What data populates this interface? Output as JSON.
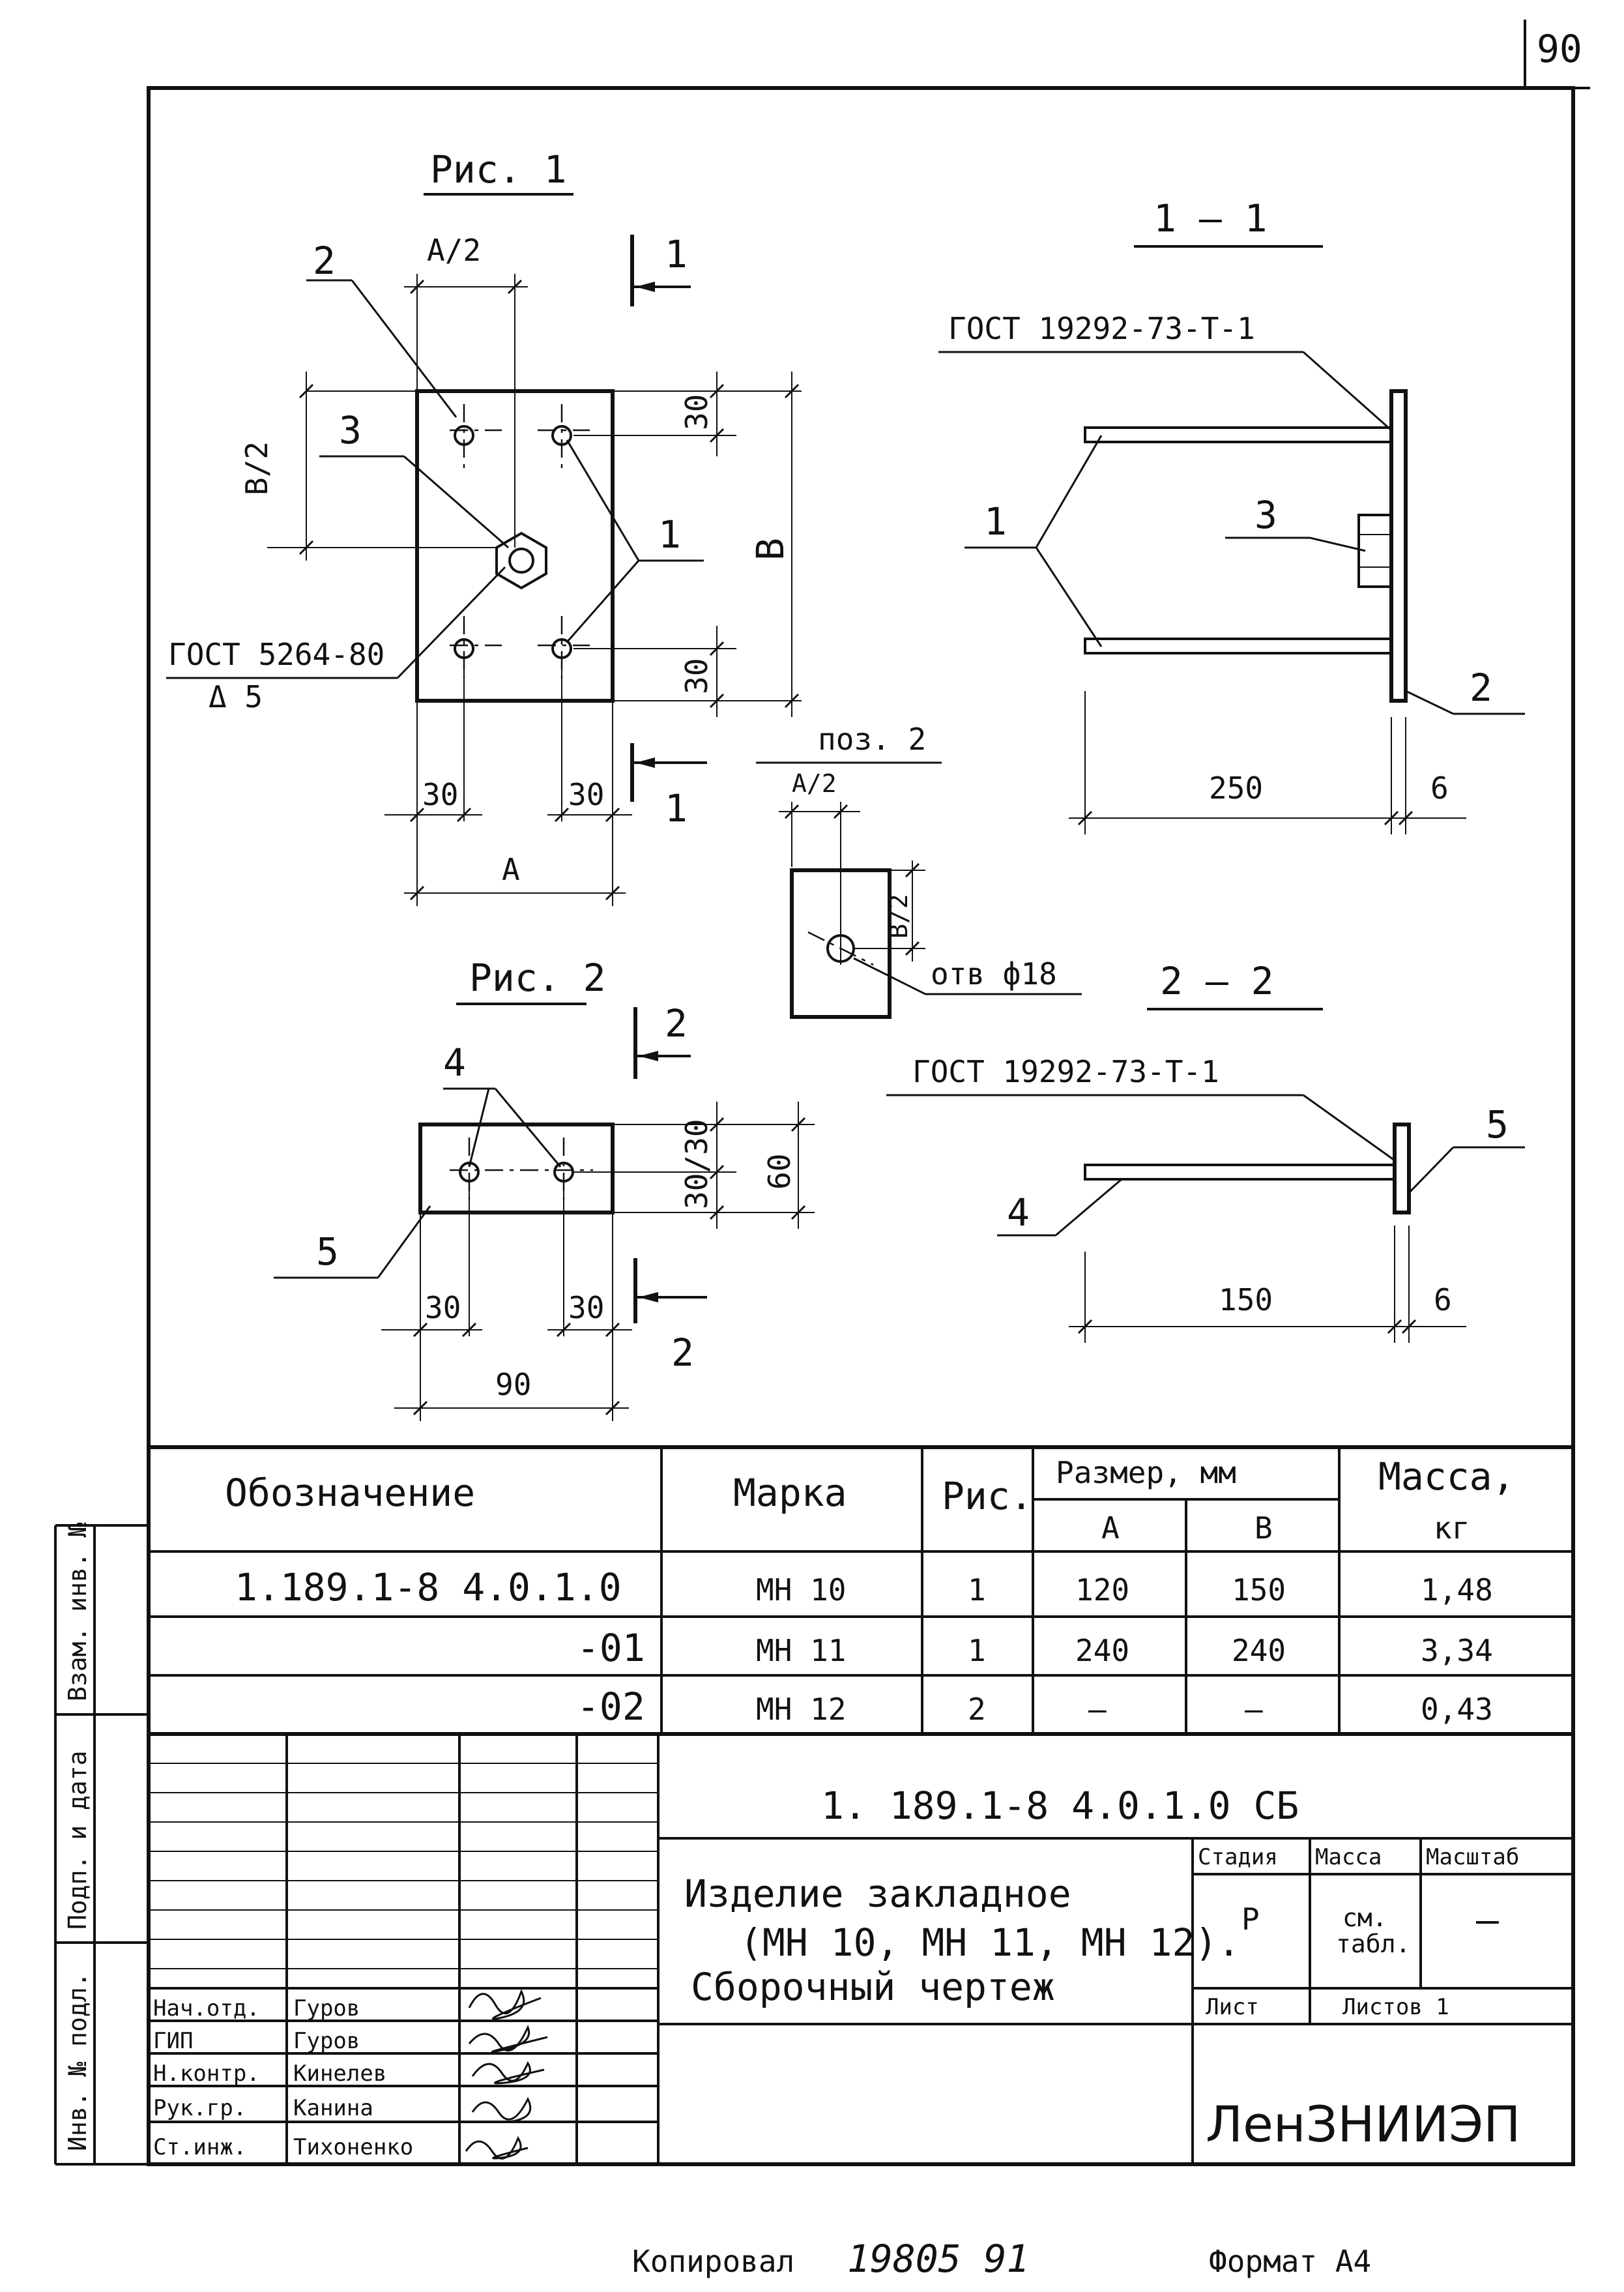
{
  "sheet_number": "90",
  "fig1": {
    "title": "Рис. 1",
    "callout_2": "2",
    "callout_3": "3",
    "callout_1": "1",
    "dim_a_half": "A/2",
    "dim_b_half": "B/2",
    "dim_b": "B",
    "dim_30_top": "30",
    "dim_30_bottom": "30",
    "dim_30_left": "30",
    "dim_30_right": "30",
    "dim_a": "A",
    "gost_nut": "ГОСТ 5264-80",
    "weld": "Δ 5",
    "section_mark_top": "1",
    "section_mark_bottom": "1"
  },
  "section_1_1": {
    "title": "1 — 1",
    "gost": "ГОСТ 19292-73-Т-1",
    "callout_1": "1",
    "callout_3": "3",
    "callout_2": "2",
    "dim_length": "250",
    "dim_thickness": "6"
  },
  "pos2": {
    "title": "поз. 2",
    "dim_a_half": "A/2",
    "dim_b_half": "B/2",
    "hole": "отв ф18"
  },
  "fig2": {
    "title": "Рис. 2",
    "callout_4": "4",
    "callout_5": "5",
    "dim_30_30": "30/30",
    "dim_60": "60",
    "dim_30_left": "30",
    "dim_30_right": "30",
    "dim_90": "90",
    "section_mark_top": "2",
    "section_mark_bottom": "2"
  },
  "section_2_2": {
    "title": "2 — 2",
    "gost": "ГОСТ 19292-73-Т-1",
    "callout_4": "4",
    "callout_5": "5",
    "dim_length": "150",
    "dim_thickness": "6"
  },
  "spec_table": {
    "headers": {
      "designation": "Обозначение",
      "mark": "Марка",
      "fig": "Рис.",
      "size": "Размер, мм",
      "size_a": "А",
      "size_b": "В",
      "mass": "Масса,",
      "mass_unit": "кг"
    },
    "rows": [
      {
        "designation": "1.189.1-8 4.0.1.0",
        "mark": "МН 10",
        "fig": "1",
        "a": "120",
        "b": "150",
        "mass": "1,48"
      },
      {
        "designation": "-01",
        "mark": "МН 11",
        "fig": "1",
        "a": "240",
        "b": "240",
        "mass": "3,34"
      },
      {
        "designation": "-02",
        "mark": "МН 12",
        "fig": "2",
        "a": "—",
        "b": "—",
        "mass": "0,43"
      }
    ]
  },
  "title_block": {
    "code": "1. 189.1-8 4.0.1.0 СБ",
    "name_line1": "Изделие закладное",
    "name_line2": "(МН 10, МН 11, МН 12).",
    "name_line3": "Сборочный чертеж",
    "stage_label": "Стадия",
    "mass_label": "Масса",
    "scale_label": "Масштаб",
    "stage_value": "Р",
    "mass_value_1": "см.",
    "mass_value_2": "табл.",
    "scale_value": "—",
    "sheet_label": "Лист",
    "sheets_label": "Листов 1",
    "org": "ЛенЗНИИЭП",
    "staff": [
      {
        "role": "Нач.отд.",
        "name": "Гуров"
      },
      {
        "role": "ГИП",
        "name": "Гуров"
      },
      {
        "role": "Н.контр.",
        "name": "Кинелев"
      },
      {
        "role": "Рук.гр.",
        "name": "Канина"
      },
      {
        "role": "Ст.инж.",
        "name": "Тихоненко"
      }
    ]
  },
  "side_stamp": {
    "inv_orig": "Инв. № подл.",
    "sign_date": "Подп. и дата",
    "inv_repl": "Взам. инв. №"
  },
  "footer": {
    "copied_label": "Копировал",
    "copied_value": "19805 91",
    "format_label": "Формат А4"
  }
}
